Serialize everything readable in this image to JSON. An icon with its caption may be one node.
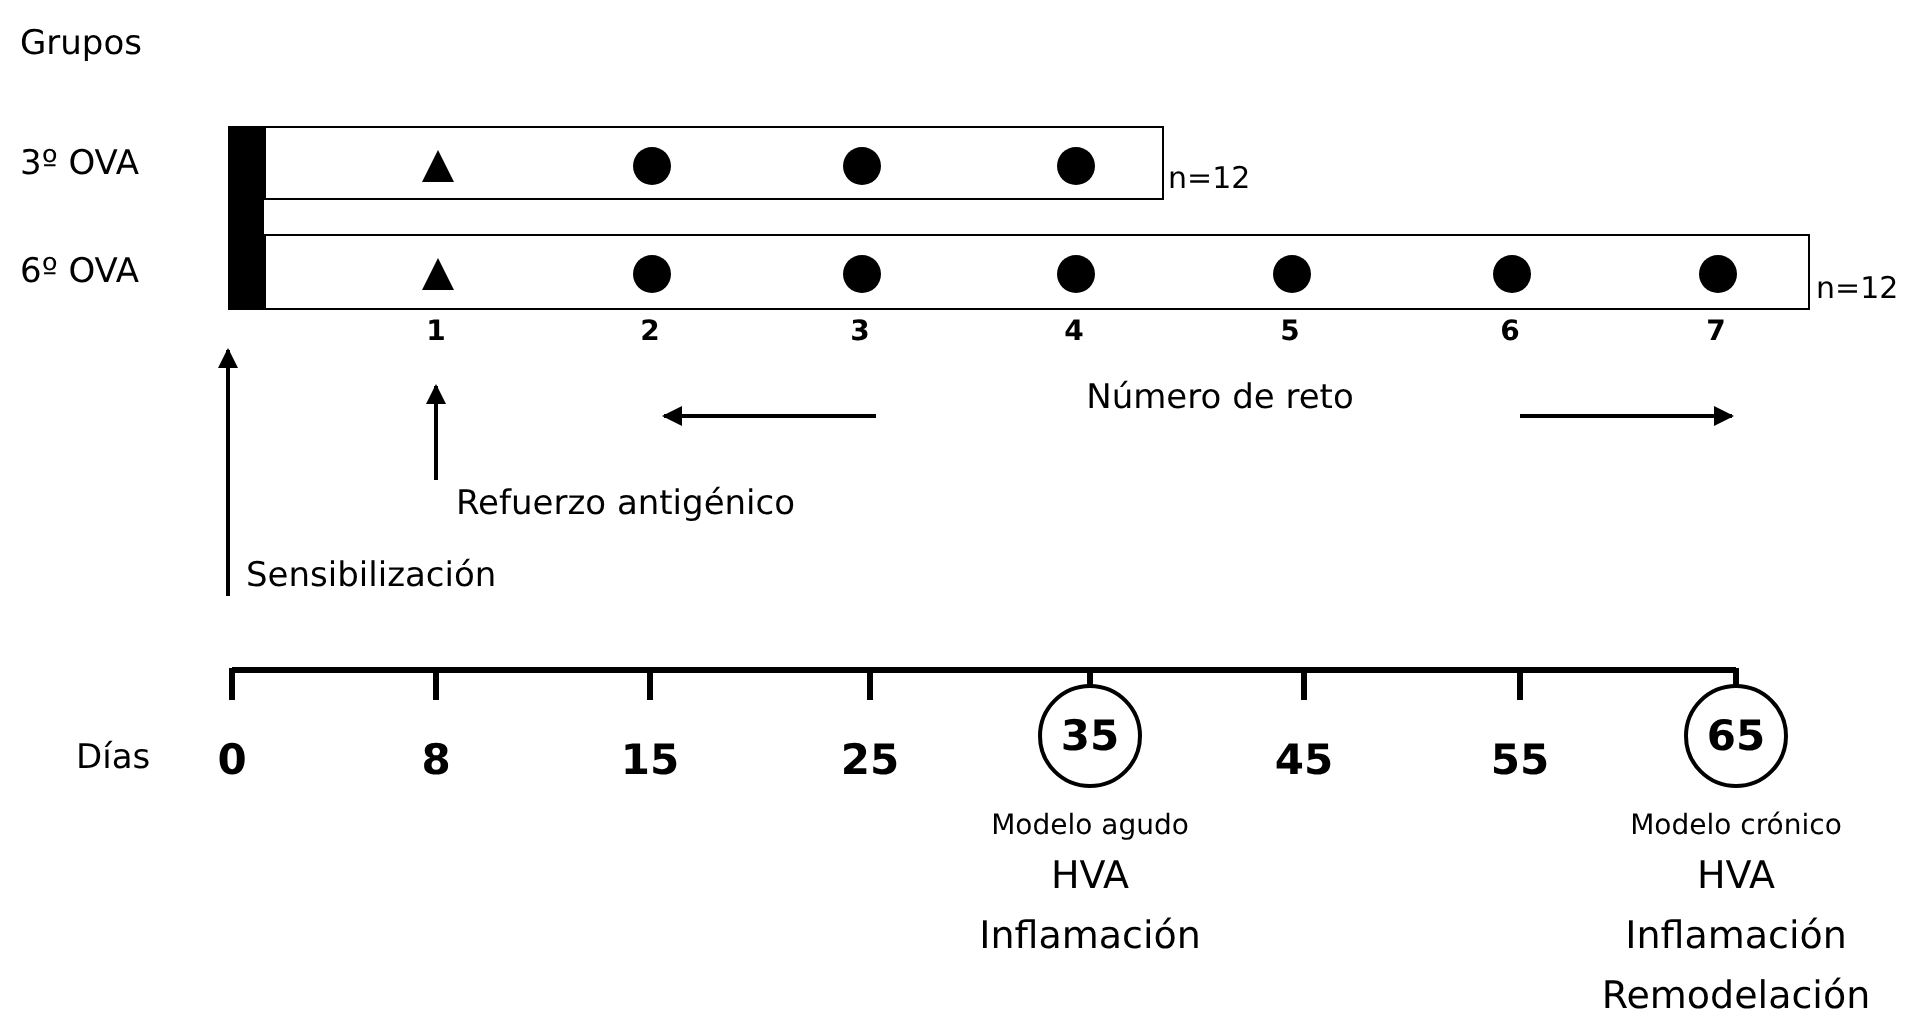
{
  "diagram": {
    "nodes": [
      {
        "text": [],
        "shape": "bar"
      },
      {
        "text": [],
        "shape": "box",
        "beside": [
          "3º OVA",
          "n=12"
        ]
      },
      {
        "text": [],
        "shape": "box",
        "beside": [
          "6º OVA",
          "n=12"
        ]
      },
      {
        "text": [
          "Refuerzo antigénico"
        ]
      },
      {
        "text": [
          "Sensibilización"
        ]
      },
      {
        "text": [
          "35"
        ],
        "beside": [
          "Modelo agudo",
          "HVA",
          "Inflamación"
        ]
      },
      {
        "text": [
          "65"
        ],
        "beside": [
          "Modelo crónico",
          "HVA",
          "Inflamación",
          "Remodelación"
        ]
      }
    ],
    "edges": [
      {
        "from": 4,
        "to": 0,
        "arrow": "to"
      },
      {
        "from": 3,
        "to": null,
        "arrow": "to"
      }
    ],
    "labels": [
      "Grupos",
      "1",
      "2",
      "3",
      "4",
      "5",
      "6",
      "7",
      "Número de reto",
      "Días",
      "0",
      "8",
      "15",
      "25",
      "45",
      "55"
    ]
  }
}
